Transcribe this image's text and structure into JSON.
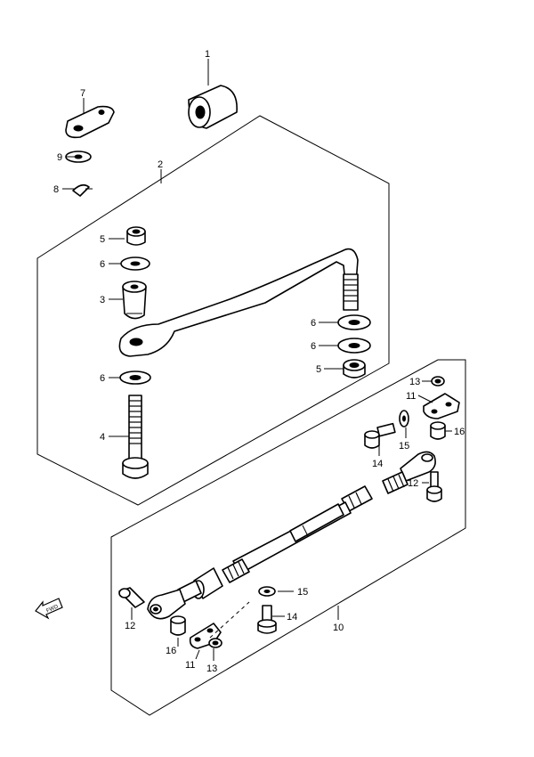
{
  "callouts": [
    {
      "id": "c1",
      "text": "1"
    },
    {
      "id": "c2",
      "text": "2"
    },
    {
      "id": "c3",
      "text": "3"
    },
    {
      "id": "c4",
      "text": "4"
    },
    {
      "id": "c5a",
      "text": "5"
    },
    {
      "id": "c5b",
      "text": "5"
    },
    {
      "id": "c6a",
      "text": "6"
    },
    {
      "id": "c6b",
      "text": "6"
    },
    {
      "id": "c6c",
      "text": "6"
    },
    {
      "id": "c6d",
      "text": "6"
    },
    {
      "id": "c7",
      "text": "7"
    },
    {
      "id": "c8",
      "text": "8"
    },
    {
      "id": "c9",
      "text": "9"
    },
    {
      "id": "c10",
      "text": "10"
    },
    {
      "id": "c11a",
      "text": "11"
    },
    {
      "id": "c11b",
      "text": "11"
    },
    {
      "id": "c12a",
      "text": "12"
    },
    {
      "id": "c12b",
      "text": "12"
    },
    {
      "id": "c13a",
      "text": "13"
    },
    {
      "id": "c13b",
      "text": "13"
    },
    {
      "id": "c14a",
      "text": "14"
    },
    {
      "id": "c14b",
      "text": "14"
    },
    {
      "id": "c15a",
      "text": "15"
    },
    {
      "id": "c15b",
      "text": "15"
    },
    {
      "id": "c16a",
      "text": "16"
    },
    {
      "id": "c16b",
      "text": "16"
    }
  ],
  "direction_badge": "FWD"
}
